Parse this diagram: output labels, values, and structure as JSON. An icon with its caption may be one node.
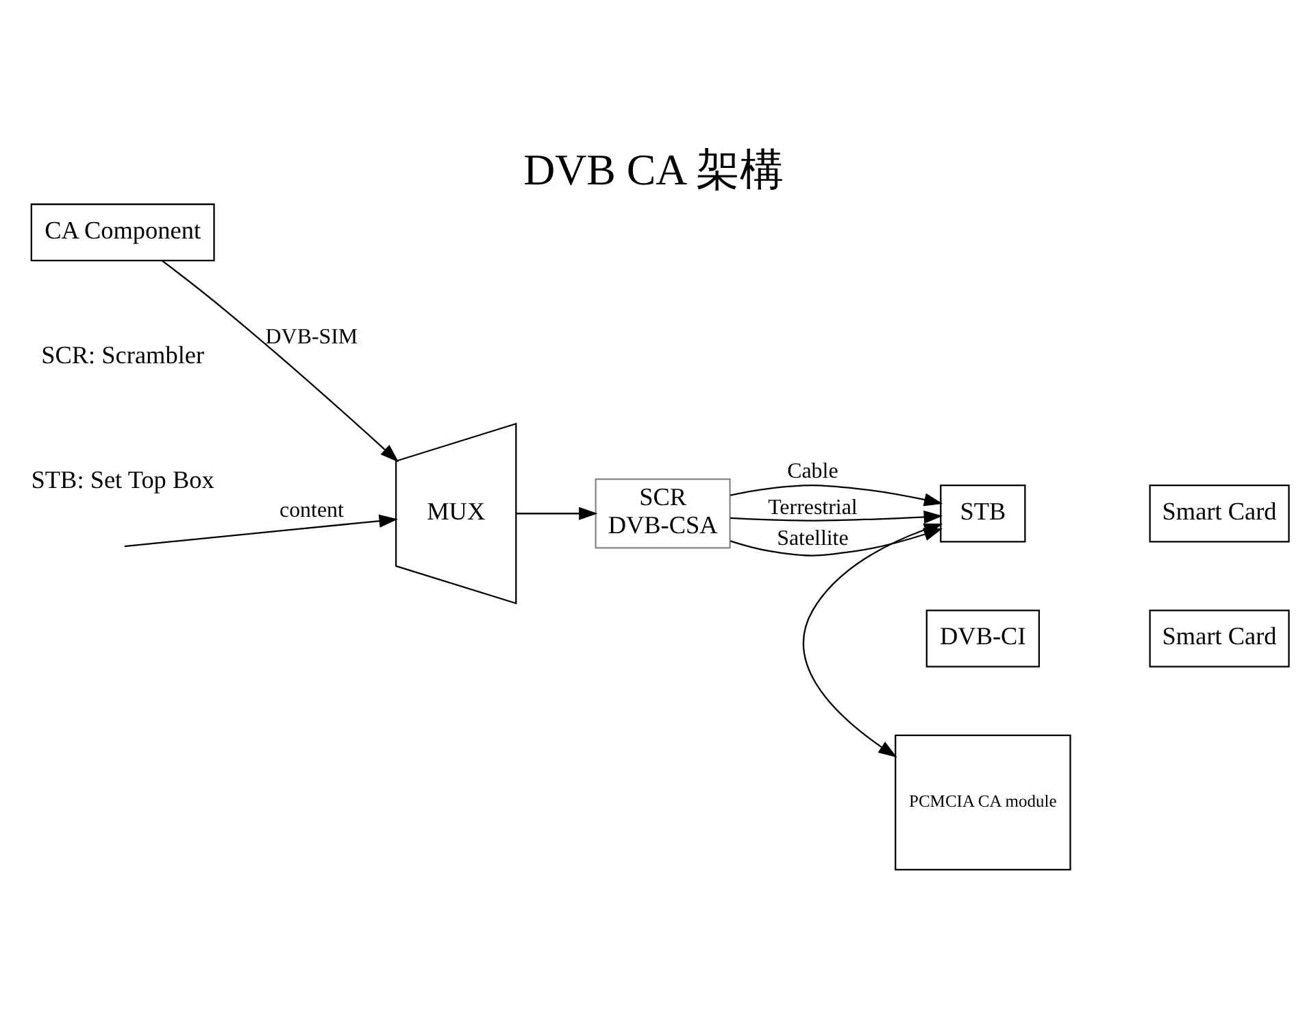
{
  "diagram": {
    "title": "DVB CA 架構",
    "nodes": [
      {
        "text": [
          "CA Component"
        ]
      },
      {
        "text": [
          "MUX"
        ]
      },
      {
        "text": [
          "SCR",
          "DVB-CSA"
        ]
      },
      {
        "text": [
          "STB"
        ]
      },
      {
        "text": [
          "DVB-CI"
        ]
      },
      {
        "text": [
          "PCMCIA CA module"
        ]
      },
      {
        "text": [
          "Smart Card"
        ]
      },
      {
        "text": [
          "Smart Card"
        ]
      }
    ],
    "edges": [
      {
        "from": 0,
        "to": 1,
        "arrow": "to",
        "label": "DVB-SIM"
      },
      {
        "from": null,
        "to": 1,
        "arrow": "to",
        "label": "content"
      },
      {
        "from": 1,
        "to": 2,
        "arrow": "to"
      },
      {
        "from": 2,
        "to": 3,
        "arrow": "to",
        "label": "Cable"
      },
      {
        "from": 2,
        "to": 3,
        "arrow": "to",
        "label": "Terrestrial"
      },
      {
        "from": 2,
        "to": 3,
        "arrow": "to",
        "label": "Satellite"
      },
      {
        "from": 3,
        "to": 5,
        "arrow": "both"
      }
    ],
    "labels": [
      "SCR: Scrambler",
      "STB: Set Top Box"
    ]
  }
}
